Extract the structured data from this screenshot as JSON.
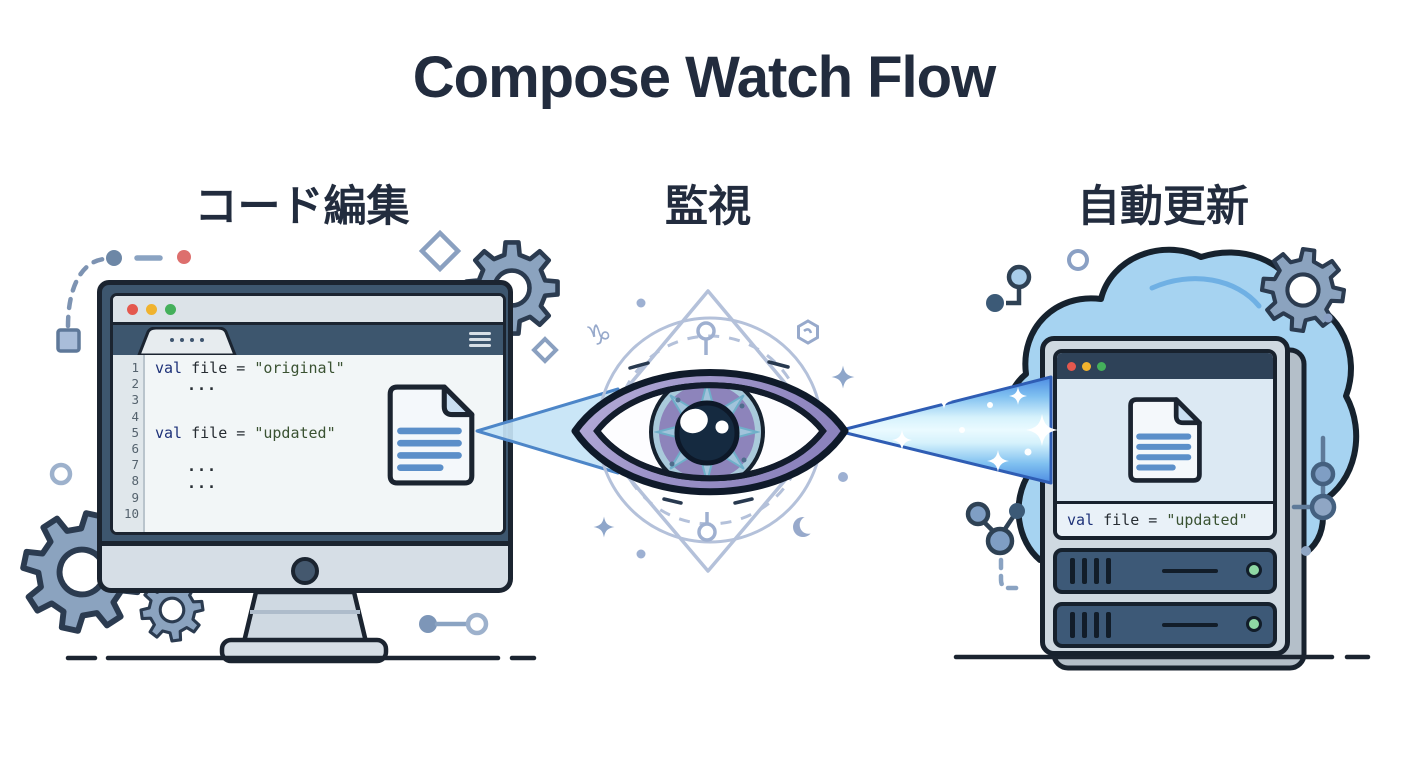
{
  "title": "Compose Watch Flow",
  "stages": {
    "edit": "コード編集",
    "watch": "監視",
    "update": "自動更新"
  },
  "editor_window": {
    "line_numbers": [
      "1",
      "2",
      "3",
      "4",
      "5",
      "6",
      "7",
      "8",
      "9",
      "10"
    ],
    "code_line_1": {
      "keyword": "val",
      "body": " file = ",
      "string": "\"original\""
    },
    "ellipsis_1": "...",
    "code_line_5": {
      "keyword": "val",
      "body": " file = ",
      "string": "\"updated\""
    },
    "ellipsis_2": "...",
    "ellipsis_3": "..."
  },
  "server_window": {
    "code": {
      "keyword": "val",
      "body": " file = ",
      "string": "\"updated\""
    }
  },
  "colors": {
    "heading_navy": "#222c3e",
    "outline_dark": "#1b2430",
    "keyword_blue": "#1d3178",
    "string_green": "#3a5232",
    "traffic_red": "#e4584e",
    "traffic_yellow": "#f0b32e",
    "traffic_green": "#44b05b",
    "led_green": "#8fd8a4",
    "beam_blue": "#4d8ce2",
    "beam_light": "#c6e4f6",
    "cloud_blue": "#a6d3f1",
    "eye_purple": "#9a91c7",
    "iris_purple": "#8d84bb",
    "iris_star_blue": "#a8d8e6",
    "mystic_line": "#a9b8d6",
    "gear_slate": "#8ba3bf"
  }
}
